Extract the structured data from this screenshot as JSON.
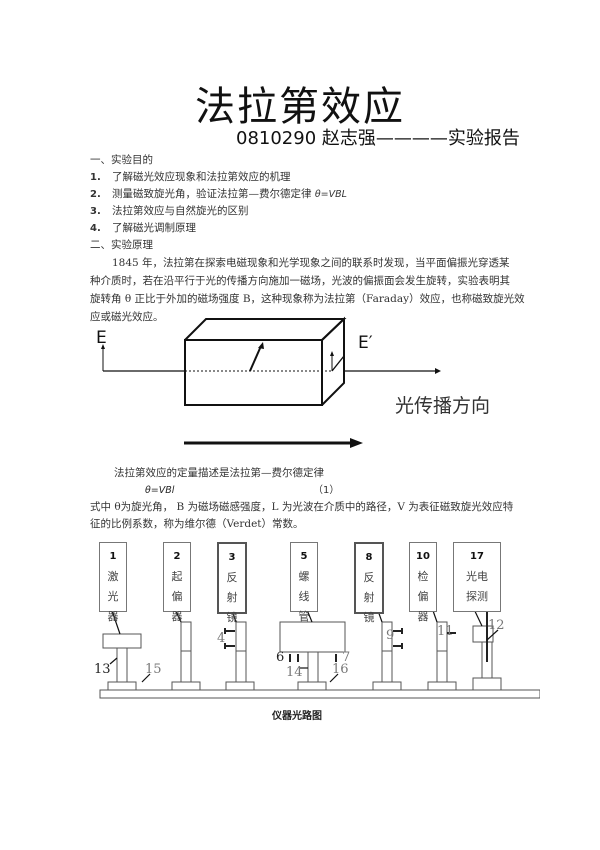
{
  "header": {
    "title": "法拉第效应",
    "subtitle": "0810290 赵志强————实验报告"
  },
  "section1": {
    "heading": "一、实验目的",
    "items": [
      {
        "num": "1.",
        "text": "了解磁光效应现象和法拉第效应的机理"
      },
      {
        "num": "2.",
        "text": "测量磁致旋光角，验证法拉第—费尔德定律",
        "formula": "θ=VBL"
      },
      {
        "num": "3.",
        "text": "法拉第效应与自然旋光的区别"
      },
      {
        "num": "4.",
        "text": "了解磁光调制原理"
      }
    ]
  },
  "section2": {
    "heading": "二、实验原理",
    "paragraph_lines": [
      "1845 年，法拉第在探索电磁现象和光学现象之间的联系时发现，当平面偏振光穿透某",
      "种介质时，若在沿平行于光的传播方向施加一磁场，光波的偏振面会发生旋转，实验表明其",
      "旋转角 θ 正比于外加的磁场强度 B，这种现象称为法拉第（Faraday）效应，也称磁致旋光效",
      "应或磁光效应。"
    ]
  },
  "figure1": {
    "label_e": "E",
    "label_e_prime": "E′",
    "propagation_label": "光传播方向"
  },
  "law": {
    "intro": "法拉第效应的定量描述是法拉第—费尔德定律",
    "formula": "θ=VBl",
    "eq_number": "（1）",
    "explain_lines": [
      "式中 θ为旋光角， B 为磁场磁感强度，L 为光波在介质中的路径，V 为表征磁致旋光效应特",
      "征的比例系数，称为维尔德（Verdet）常数。"
    ]
  },
  "figure2": {
    "caption": "仪器光路图",
    "components": [
      {
        "num": "1",
        "chars": [
          "激",
          "光",
          "器"
        ]
      },
      {
        "num": "2",
        "chars": [
          "起",
          "偏",
          "器"
        ]
      },
      {
        "num": "3",
        "chars": [
          "反",
          "射",
          "镜"
        ]
      },
      {
        "num": "5",
        "chars": [
          "螺",
          "线",
          "管"
        ]
      },
      {
        "num": "8",
        "chars": [
          "反",
          "射",
          "镜"
        ]
      },
      {
        "num": "10",
        "chars": [
          "检",
          "偏",
          "器"
        ]
      },
      {
        "num": "17",
        "chars": [
          "光电",
          "探测"
        ]
      }
    ],
    "callouts": [
      "13",
      "15",
      "4",
      "6",
      "14",
      "16",
      "7",
      "9",
      "11",
      "12"
    ]
  }
}
